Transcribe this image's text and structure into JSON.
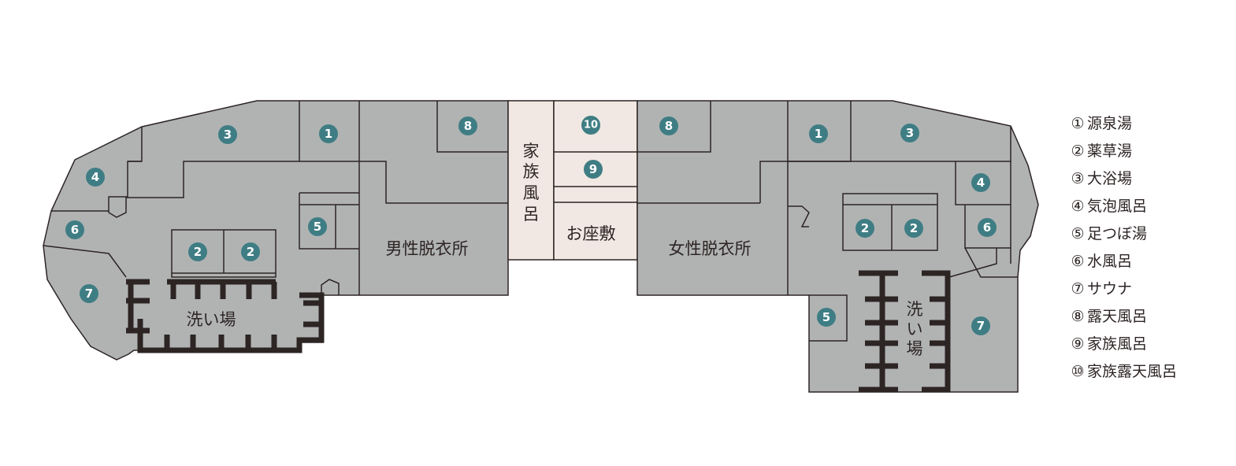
{
  "colors": {
    "zone_fill": "#b1b3b3",
    "corridor_fill": "#f1e8e3",
    "wall": "#2d2424",
    "marker": "#3f7d84"
  },
  "rooms": {
    "male_changing": "男性脱衣所",
    "female_changing": "女性脱衣所",
    "ozashiki": "お座敷",
    "family_bath_vertical": [
      "家",
      "族",
      "風",
      "呂"
    ],
    "wash_area_left": "洗い場",
    "wash_area_right_vertical": [
      "洗",
      "い",
      "場"
    ]
  },
  "markers": {
    "left": [
      "3",
      "1",
      "8",
      "4",
      "6",
      "5",
      "2",
      "2",
      "7"
    ],
    "center": [
      "10",
      "9"
    ],
    "right": [
      "8",
      "1",
      "3",
      "4",
      "2",
      "2",
      "6",
      "5",
      "7"
    ]
  },
  "legend": [
    {
      "num": "①",
      "label": "源泉湯"
    },
    {
      "num": "②",
      "label": "薬草湯"
    },
    {
      "num": "③",
      "label": "大浴場"
    },
    {
      "num": "④",
      "label": "気泡風呂"
    },
    {
      "num": "⑤",
      "label": "足つぼ湯"
    },
    {
      "num": "⑥",
      "label": "水風呂"
    },
    {
      "num": "⑦",
      "label": "サウナ"
    },
    {
      "num": "⑧",
      "label": "露天風呂"
    },
    {
      "num": "⑨",
      "label": "家族風呂"
    },
    {
      "num": "⑩",
      "label": "家族露天風呂"
    }
  ]
}
